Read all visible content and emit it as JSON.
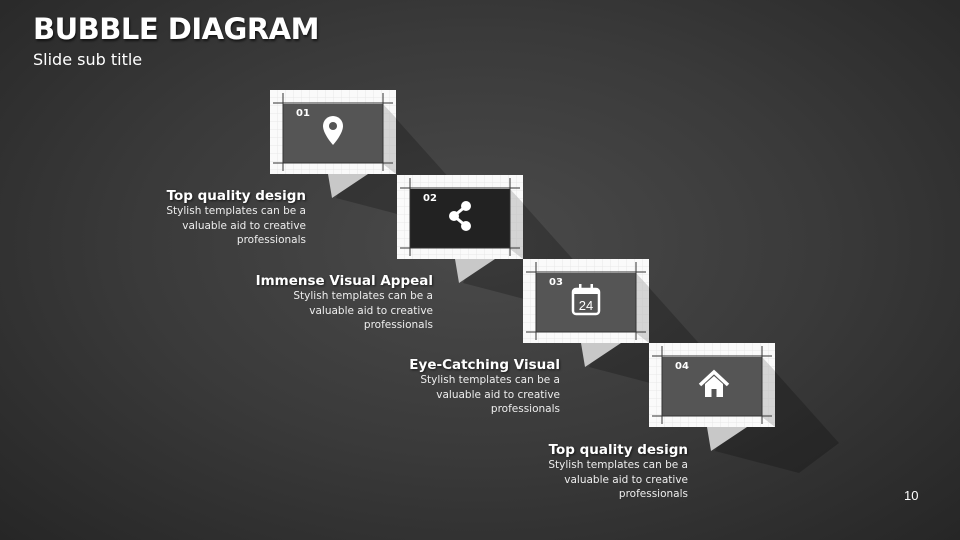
{
  "header": {
    "title": "BUBBLE DIAGRAM",
    "subtitle": "Slide sub title"
  },
  "page_number": "10",
  "steps": [
    {
      "number": "01",
      "icon": "map-pin-icon",
      "fill": "#555555",
      "title": "Top quality design",
      "body": [
        "Stylish templates can be a",
        "valuable  aid to creative",
        "professionals"
      ]
    },
    {
      "number": "02",
      "icon": "share-icon",
      "fill": "#222222",
      "title": "Immense Visual  Appeal",
      "body": [
        "Stylish templates can be a",
        "valuable  aid to creative",
        "professionals"
      ]
    },
    {
      "number": "03",
      "icon": "calendar-icon",
      "icon_text": "24",
      "fill": "#555555",
      "title": "Eye-Catching Visual",
      "body": [
        "Stylish templates can be a",
        "valuable  aid to creative",
        "professionals"
      ]
    },
    {
      "number": "04",
      "icon": "home-icon",
      "fill": "#555555",
      "title": "Top quality design",
      "body": [
        "Stylish templates can be a",
        "valuable  aid to creative",
        "professionals"
      ]
    }
  ]
}
